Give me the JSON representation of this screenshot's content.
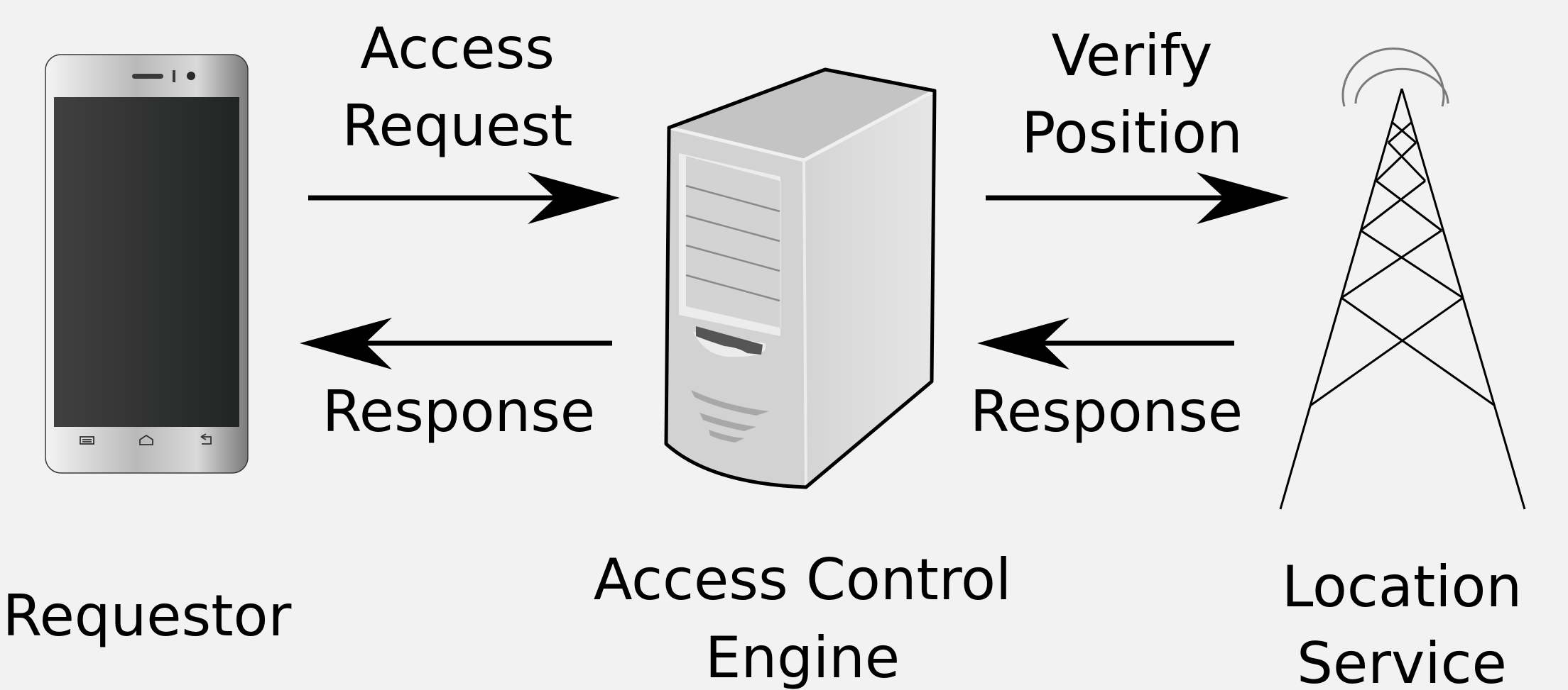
{
  "colors": {
    "background": "#f2f2f2",
    "ink": "#000000"
  },
  "nodes": {
    "requestor": {
      "icon": "smartphone-icon",
      "label": "Requestor"
    },
    "engine": {
      "icon": "server-tower-icon",
      "label_line1": "Access Control",
      "label_line2": "Engine"
    },
    "location": {
      "icon": "radio-tower-icon",
      "label_line1": "Location",
      "label_line2": "Service"
    }
  },
  "arrows": {
    "access_request": {
      "direction": "right",
      "label_line1": "Access",
      "label_line2": "Request"
    },
    "response_to_requestor": {
      "direction": "left",
      "label": "Response"
    },
    "verify_position": {
      "direction": "right",
      "label_line1": "Verify",
      "label_line2": "Position"
    },
    "response_from_location": {
      "direction": "left",
      "label": "Response"
    }
  }
}
